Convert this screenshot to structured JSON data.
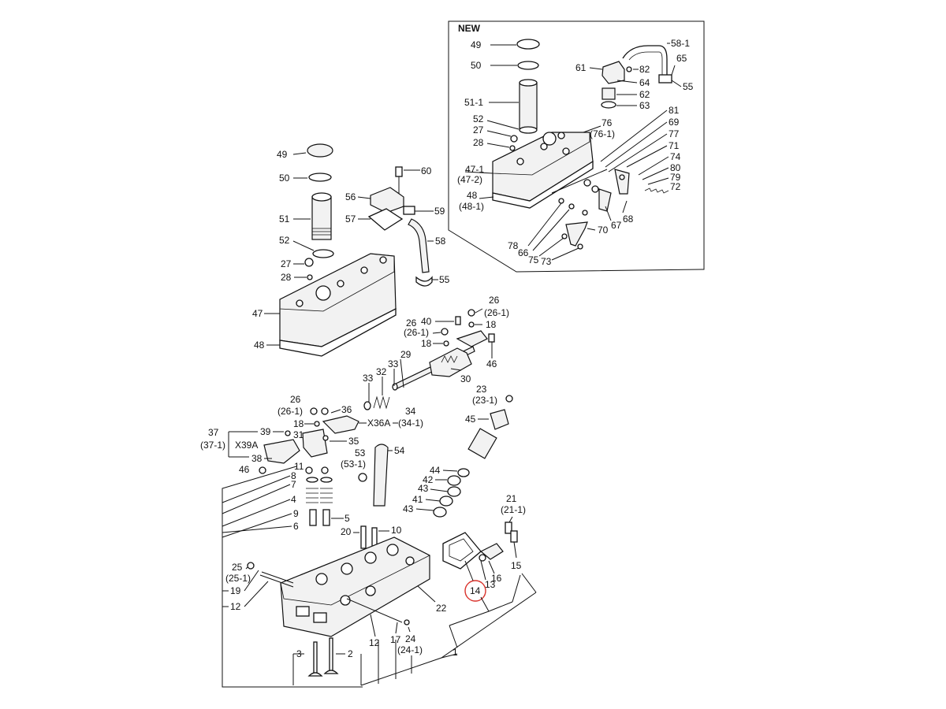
{
  "inset_title": "NEW",
  "highlighted_callout": "14",
  "highlight_color": "#d9322b",
  "callouts": {
    "l49": "49",
    "l50": "50",
    "l51": "51",
    "l52": "52",
    "l27": "27",
    "l28": "28",
    "l47": "47",
    "l48": "48",
    "l60": "60",
    "l56": "56",
    "l57": "57",
    "l59": "59",
    "l58": "58",
    "l55": "55",
    "n49": "49",
    "n50": "50",
    "n51_1": "51-1",
    "n52": "52",
    "n27": "27",
    "n28": "28",
    "n47_1": "47-1",
    "n47_2": "(47-2)",
    "n48": "48",
    "n48_1": "(48-1)",
    "n58_1": "58-1",
    "n65": "65",
    "n61": "61",
    "n82": "82",
    "n64": "64",
    "n55": "55",
    "n62": "62",
    "n63": "63",
    "n76": "76",
    "n76_1": "(76-1)",
    "n81": "81",
    "n69": "69",
    "n77": "77",
    "n71": "71",
    "n74": "74",
    "n80": "80",
    "n79": "79",
    "n72": "72",
    "n68": "68",
    "n67": "67",
    "n70": "70",
    "n78": "78",
    "n66": "66",
    "n75": "75",
    "n73": "73",
    "r40": "40",
    "r26a": "26",
    "r26_1a": "(26-1)",
    "r18a": "18",
    "r26b": "26",
    "r26_1b": "(26-1)",
    "r18b": "18",
    "r46a": "46",
    "r29": "29",
    "r33a": "33",
    "r32": "32",
    "r33b": "33",
    "r30": "30",
    "r23": "23",
    "r23_1": "(23-1)",
    "r45": "45",
    "r26c": "26",
    "r26_1c": "(26-1)",
    "r36": "36",
    "r34": "34",
    "r36a": "X36A",
    "r34_1": "(34-1)",
    "r18c": "18",
    "r31": "31",
    "r35": "35",
    "r37": "37",
    "r37_1": "(37-1)",
    "r39": "39",
    "r39a": "X39A",
    "r38": "38",
    "r46b": "46",
    "r53": "53",
    "r53_1": "(53-1)",
    "r54": "54",
    "r11": "11",
    "r8": "8",
    "r7": "7",
    "r4": "4",
    "r9": "9",
    "r6": "6",
    "r5": "5",
    "r44": "44",
    "r42": "42",
    "r43a": "43",
    "r41": "41",
    "r43b": "43",
    "r20": "20",
    "r10": "10",
    "r21": "21",
    "r21_1": "(21-1)",
    "r15": "15",
    "r16": "16",
    "r13": "13",
    "r25": "25",
    "r25_1": "(25-1)",
    "r19": "19",
    "r12a": "12",
    "r22": "22",
    "r12b": "12",
    "r17": "17",
    "r24": "24",
    "r24_1": "(24-1)",
    "r1": "1",
    "r3": "3",
    "r2": "2"
  }
}
